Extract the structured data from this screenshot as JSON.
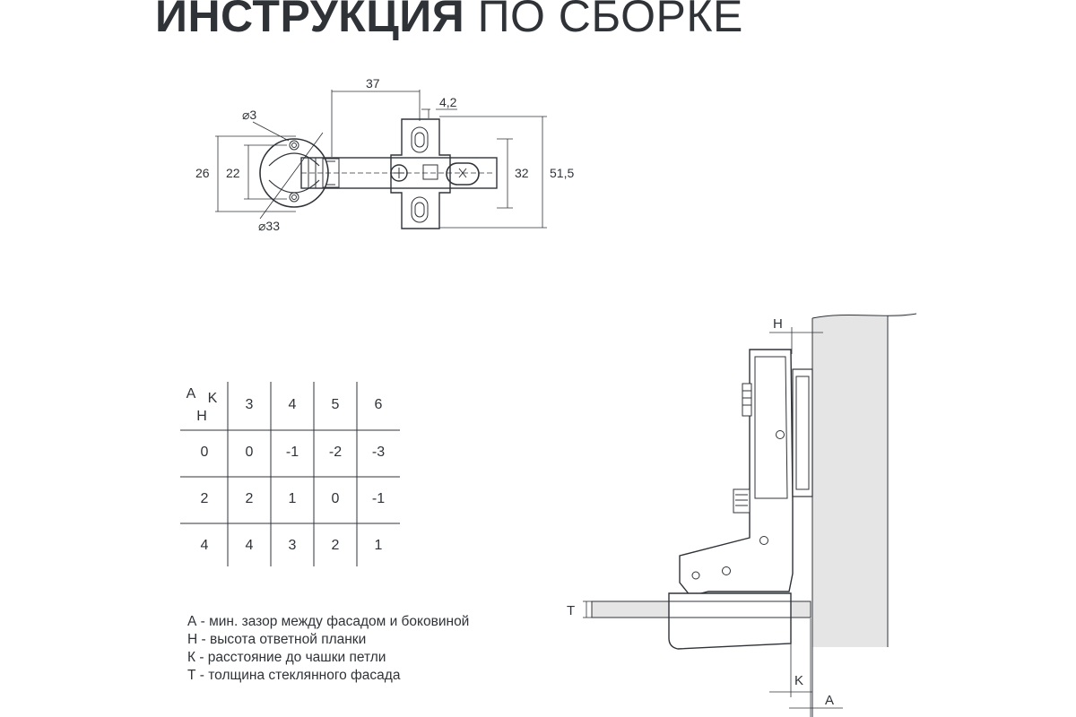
{
  "title": {
    "bold": "ИНСТРУКЦИЯ",
    "normal": "ПО СБОРКЕ"
  },
  "top_drawing": {
    "dims": {
      "d37": "37",
      "d42": "4,2",
      "phi3": "⌀3",
      "d26": "26",
      "d22": "22",
      "phi33": "⌀33",
      "d32": "32",
      "d515": "51,5"
    }
  },
  "table": {
    "corner": {
      "a": "A",
      "k": "K",
      "h": "H"
    },
    "header": [
      "3",
      "4",
      "5",
      "6"
    ],
    "rows": [
      {
        "h": "0",
        "cells": [
          "0",
          "-1",
          "-2",
          "-3"
        ]
      },
      {
        "h": "2",
        "cells": [
          "2",
          "1",
          "0",
          "-1"
        ]
      },
      {
        "h": "4",
        "cells": [
          "4",
          "3",
          "2",
          "1"
        ]
      }
    ]
  },
  "side_drawing": {
    "H": "H",
    "T": "T",
    "K": "K",
    "A": "A"
  },
  "legend": [
    "А - мин. зазор между фасадом и боковиной",
    "Н - высота ответной планки",
    "К - расстояние до чашки петли",
    "Т - толщина стеклянного фасада"
  ]
}
